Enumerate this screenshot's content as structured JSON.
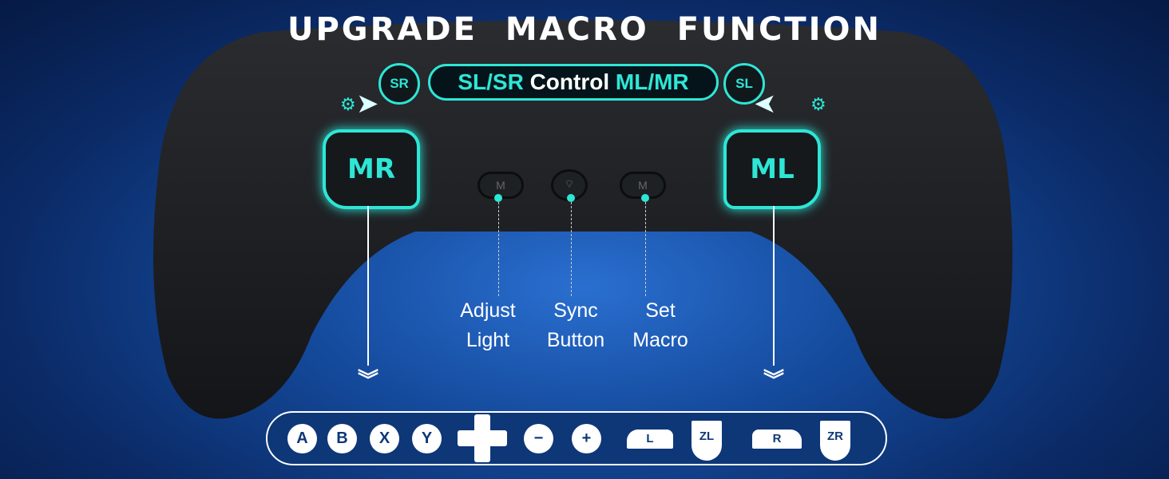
{
  "title": "UPGRADE MACRO FUNCTION",
  "control_banner": {
    "part1": "SL/SR",
    "part2": "Control",
    "part3": "ML/MR"
  },
  "side_buttons": {
    "left": "SR",
    "right": "SL"
  },
  "paddles": {
    "left": "MR",
    "right": "ML"
  },
  "center_buttons": [
    {
      "glyph": "M",
      "label_line1": "Adjust",
      "label_line2": "Light"
    },
    {
      "glyph": "wifi-icon",
      "label_line1": "Sync",
      "label_line2": "Button"
    },
    {
      "glyph": "M",
      "label_line1": "Set",
      "label_line2": "Macro"
    }
  ],
  "chevron": "︾",
  "mappable_buttons": [
    "A",
    "B",
    "X",
    "Y",
    "−",
    "+",
    "L",
    "ZL",
    "R",
    "ZR"
  ],
  "colors": {
    "accent": "#2ee6d6",
    "bar": "#0e3778"
  }
}
